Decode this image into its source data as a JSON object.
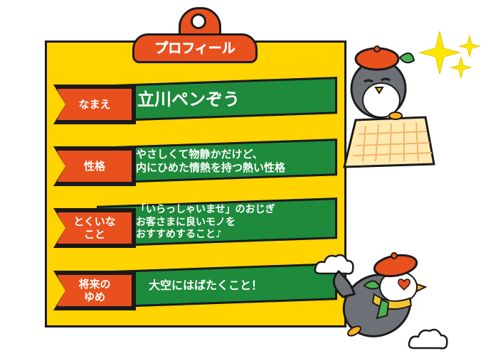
{
  "profile": {
    "title": "プロフィール",
    "rows": [
      {
        "label": "なまえ",
        "value": "立川ペンぞう"
      },
      {
        "label": "性格",
        "value": "やさしくて物静かだけど、\n内にひめた情熱を持つ熱い性格"
      },
      {
        "label": "とくいな\nこと",
        "value": "「いらっしゃいませ」のおじぎ\nお客さまに良いモノを\nおすすめすること♪"
      },
      {
        "label": "将来の\nゆめ",
        "value": "大空にはばたくこと！"
      }
    ]
  },
  "colors": {
    "board": "#ffd400",
    "accent": "#e8501e",
    "banner": "#1e8a3c",
    "outline": "#1a1a1a"
  },
  "icons": {
    "sparkle": "sparkle-icon",
    "cloud": "cloud-icon",
    "penguin": "penguin-mascot"
  }
}
